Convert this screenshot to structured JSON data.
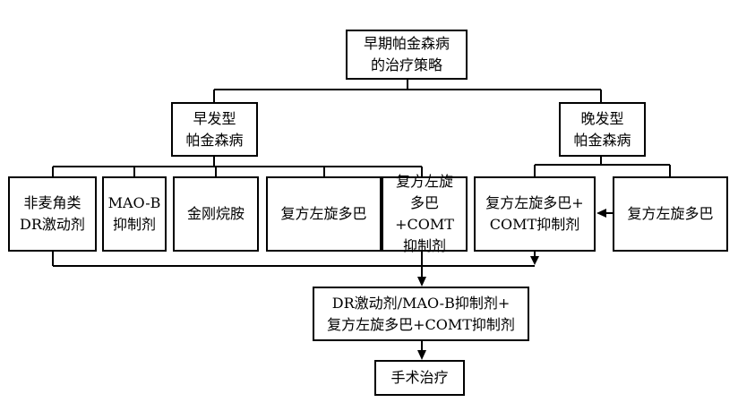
{
  "nodes": {
    "root": "早期帕金森病\n的治疗策略",
    "early": "早发型\n帕金森病",
    "late": "晚发型\n帕金森病",
    "e1": "非麦角类\nDR激动剂",
    "e2": "MAO-B\n抑制剂",
    "e3": "金刚烷胺",
    "e4": "复方左旋多巴",
    "e5": "复方左旋\n多巴+COMT\n抑制剂",
    "l1": "复方左旋多巴+\nCOMT抑制剂",
    "l2": "复方左旋多巴",
    "combo": "DR激动剂/MAO-B抑制剂+\n复方左旋多巴+COMT抑制剂",
    "surgery": "手术治疗"
  }
}
